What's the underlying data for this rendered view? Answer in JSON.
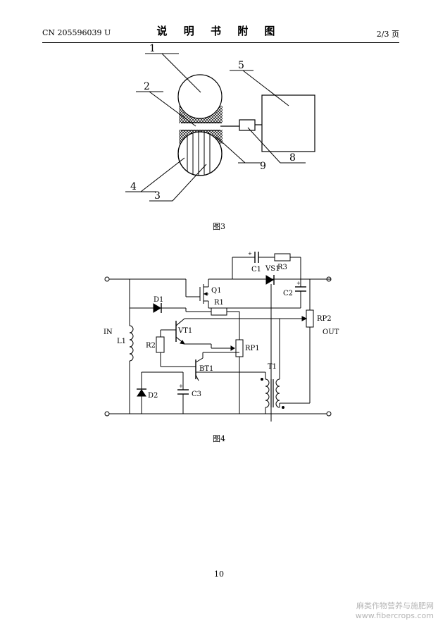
{
  "header": {
    "patent_number": "CN 205596039 U",
    "title": "说 明 书 附 图",
    "page": "2/3 页"
  },
  "figure3": {
    "caption": "图3",
    "labels": [
      "1",
      "2",
      "3",
      "4",
      "5",
      "8",
      "9"
    ]
  },
  "figure4": {
    "caption": "图4",
    "input_label": "IN",
    "output_label": "OUT",
    "components": [
      "Q1",
      "D1",
      "R1",
      "C1",
      "R3",
      "VS1",
      "C2",
      "RP2",
      "VT1",
      "R2",
      "RP1",
      "L1",
      "BT1",
      "T1",
      "D2",
      "C3"
    ]
  },
  "page_number": "10",
  "watermark": {
    "line1": "麻类作物营养与施肥网",
    "line2": "www.fibercrops.com"
  }
}
